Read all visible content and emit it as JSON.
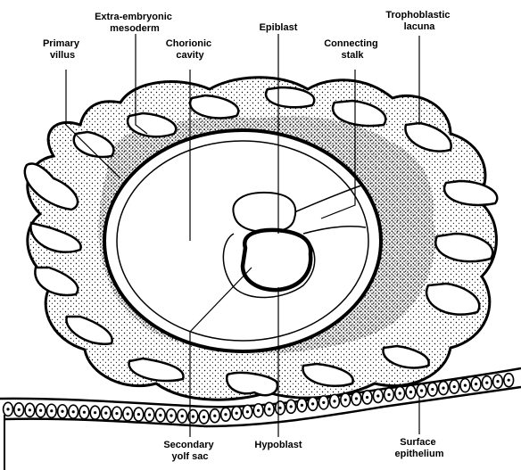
{
  "labels": {
    "extra_embryonic_mesoderm": [
      "Extra-embryonic",
      "mesoderm"
    ],
    "primary_villus": [
      "Primary",
      "villus"
    ],
    "chorionic_cavity": [
      "Chorionic",
      "cavity"
    ],
    "epiblast": "Epiblast",
    "connecting_stalk": [
      "Connecting",
      "stalk"
    ],
    "trophoblastic_lacuna": [
      "Trophoblastic",
      "lacuna"
    ],
    "secondary_yolk_sac": [
      "Secondary",
      "yolf sac"
    ],
    "hypoblast": "Hypoblast",
    "surface_epithelium": [
      "Surface",
      "epithelium"
    ]
  },
  "colors": {
    "ink": "#000000",
    "paper": "#ffffff",
    "stipple": "#000000"
  }
}
